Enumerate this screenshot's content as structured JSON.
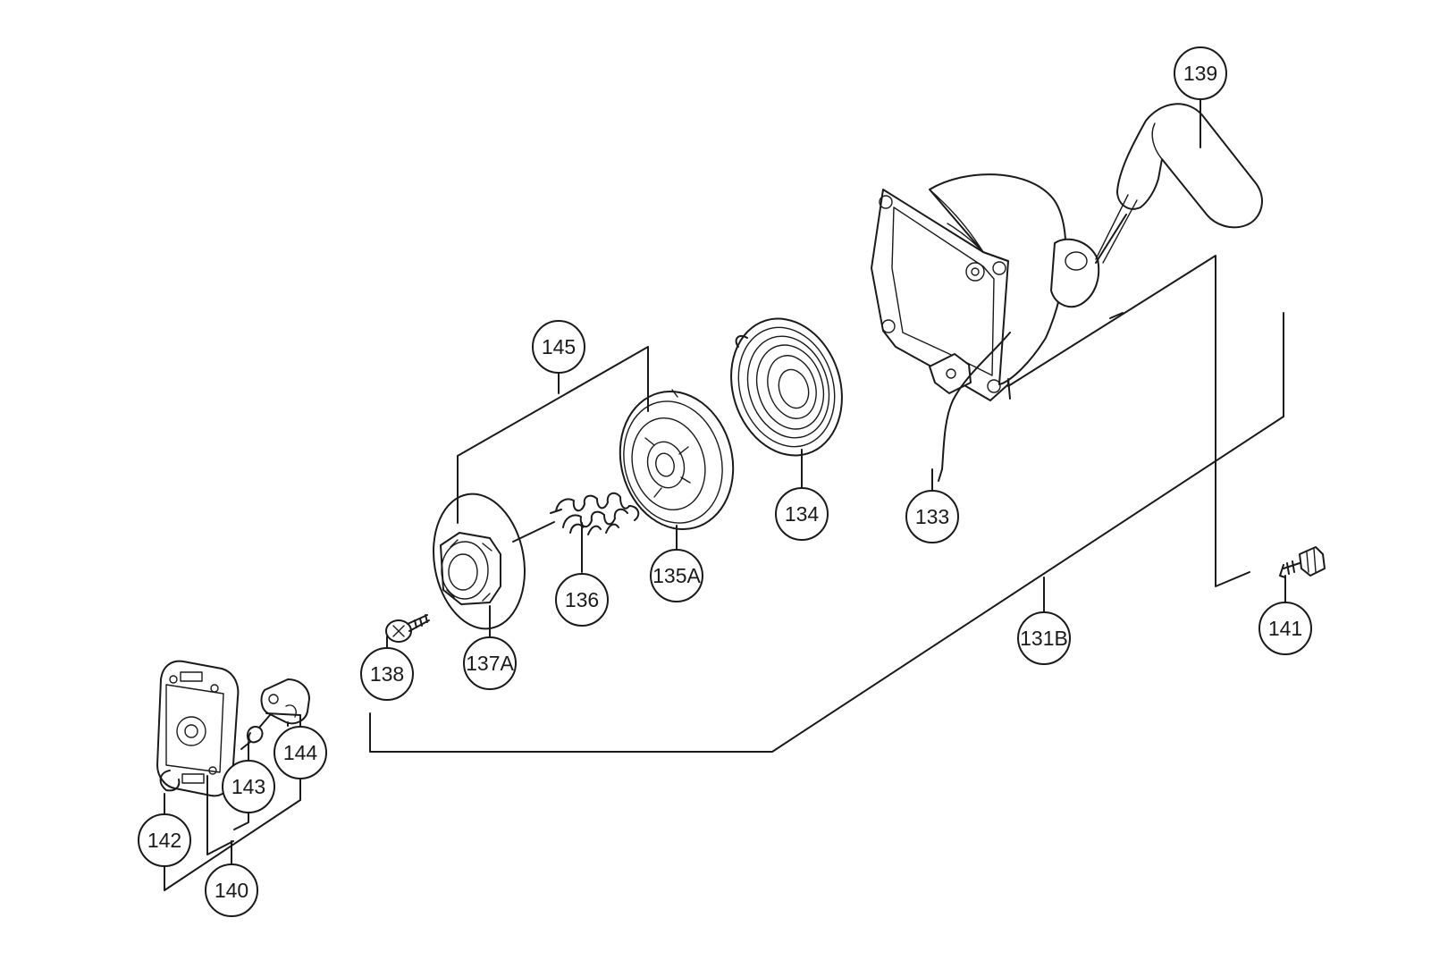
{
  "callouts": {
    "c139": "139",
    "c145": "145",
    "c134": "134",
    "c133": "133",
    "c136": "136",
    "c135A": "135A",
    "c141": "141",
    "c131B": "131B",
    "c138": "138",
    "c137A": "137A",
    "c144": "144",
    "c143": "143",
    "c142": "142",
    "c140": "140"
  },
  "colors": {
    "line": "#1a1a1a",
    "background": "#ffffff"
  }
}
